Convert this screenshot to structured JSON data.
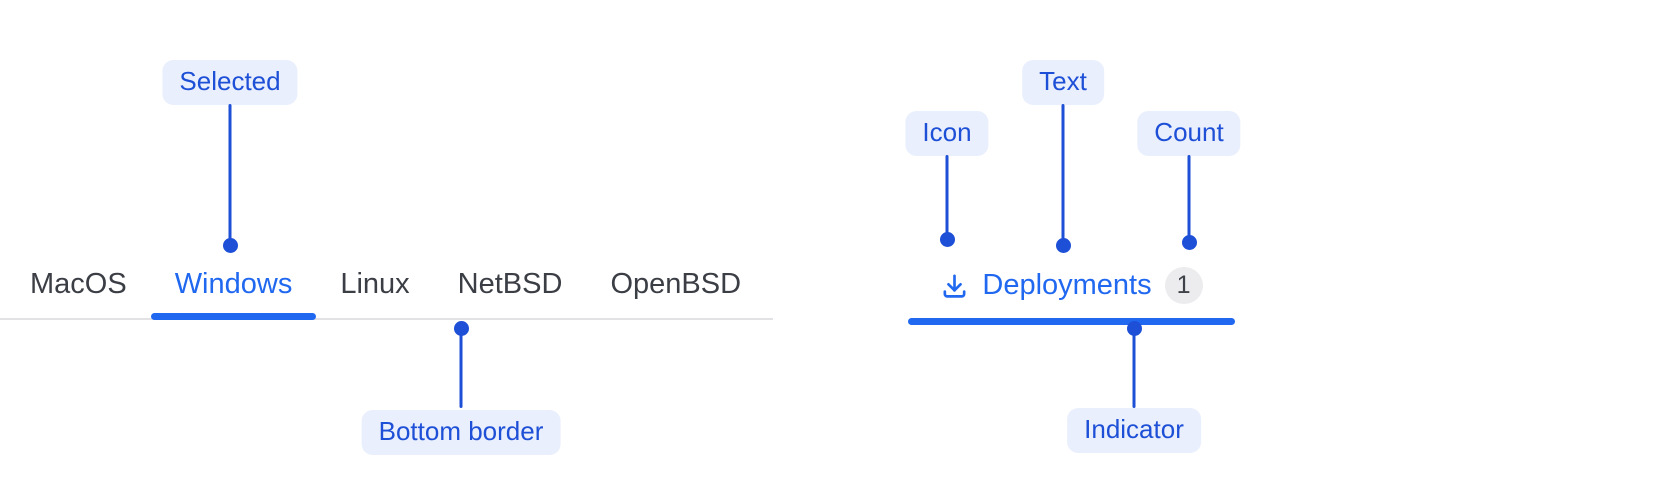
{
  "colors": {
    "accent": "#2068f0",
    "annotation_text": "#1d4fd7",
    "annotation_bg": "#e9effc",
    "tab_text": "#3b3e45",
    "tab_border": "#e2e2e5",
    "badge_bg": "#ececee",
    "badge_text": "#3f4249"
  },
  "left_demo": {
    "tabs": [
      {
        "label": "MacOS",
        "selected": false
      },
      {
        "label": "Windows",
        "selected": true
      },
      {
        "label": "Linux",
        "selected": false
      },
      {
        "label": "NetBSD",
        "selected": false
      },
      {
        "label": "OpenBSD",
        "selected": false
      }
    ],
    "annotations": {
      "selected_label": "Selected",
      "bottom_border_label": "Bottom border"
    }
  },
  "right_demo": {
    "tab": {
      "icon": "download-icon",
      "label": "Deployments",
      "count": "1"
    },
    "annotations": {
      "icon_label": "Icon",
      "text_label": "Text",
      "count_label": "Count",
      "indicator_label": "Indicator"
    }
  }
}
